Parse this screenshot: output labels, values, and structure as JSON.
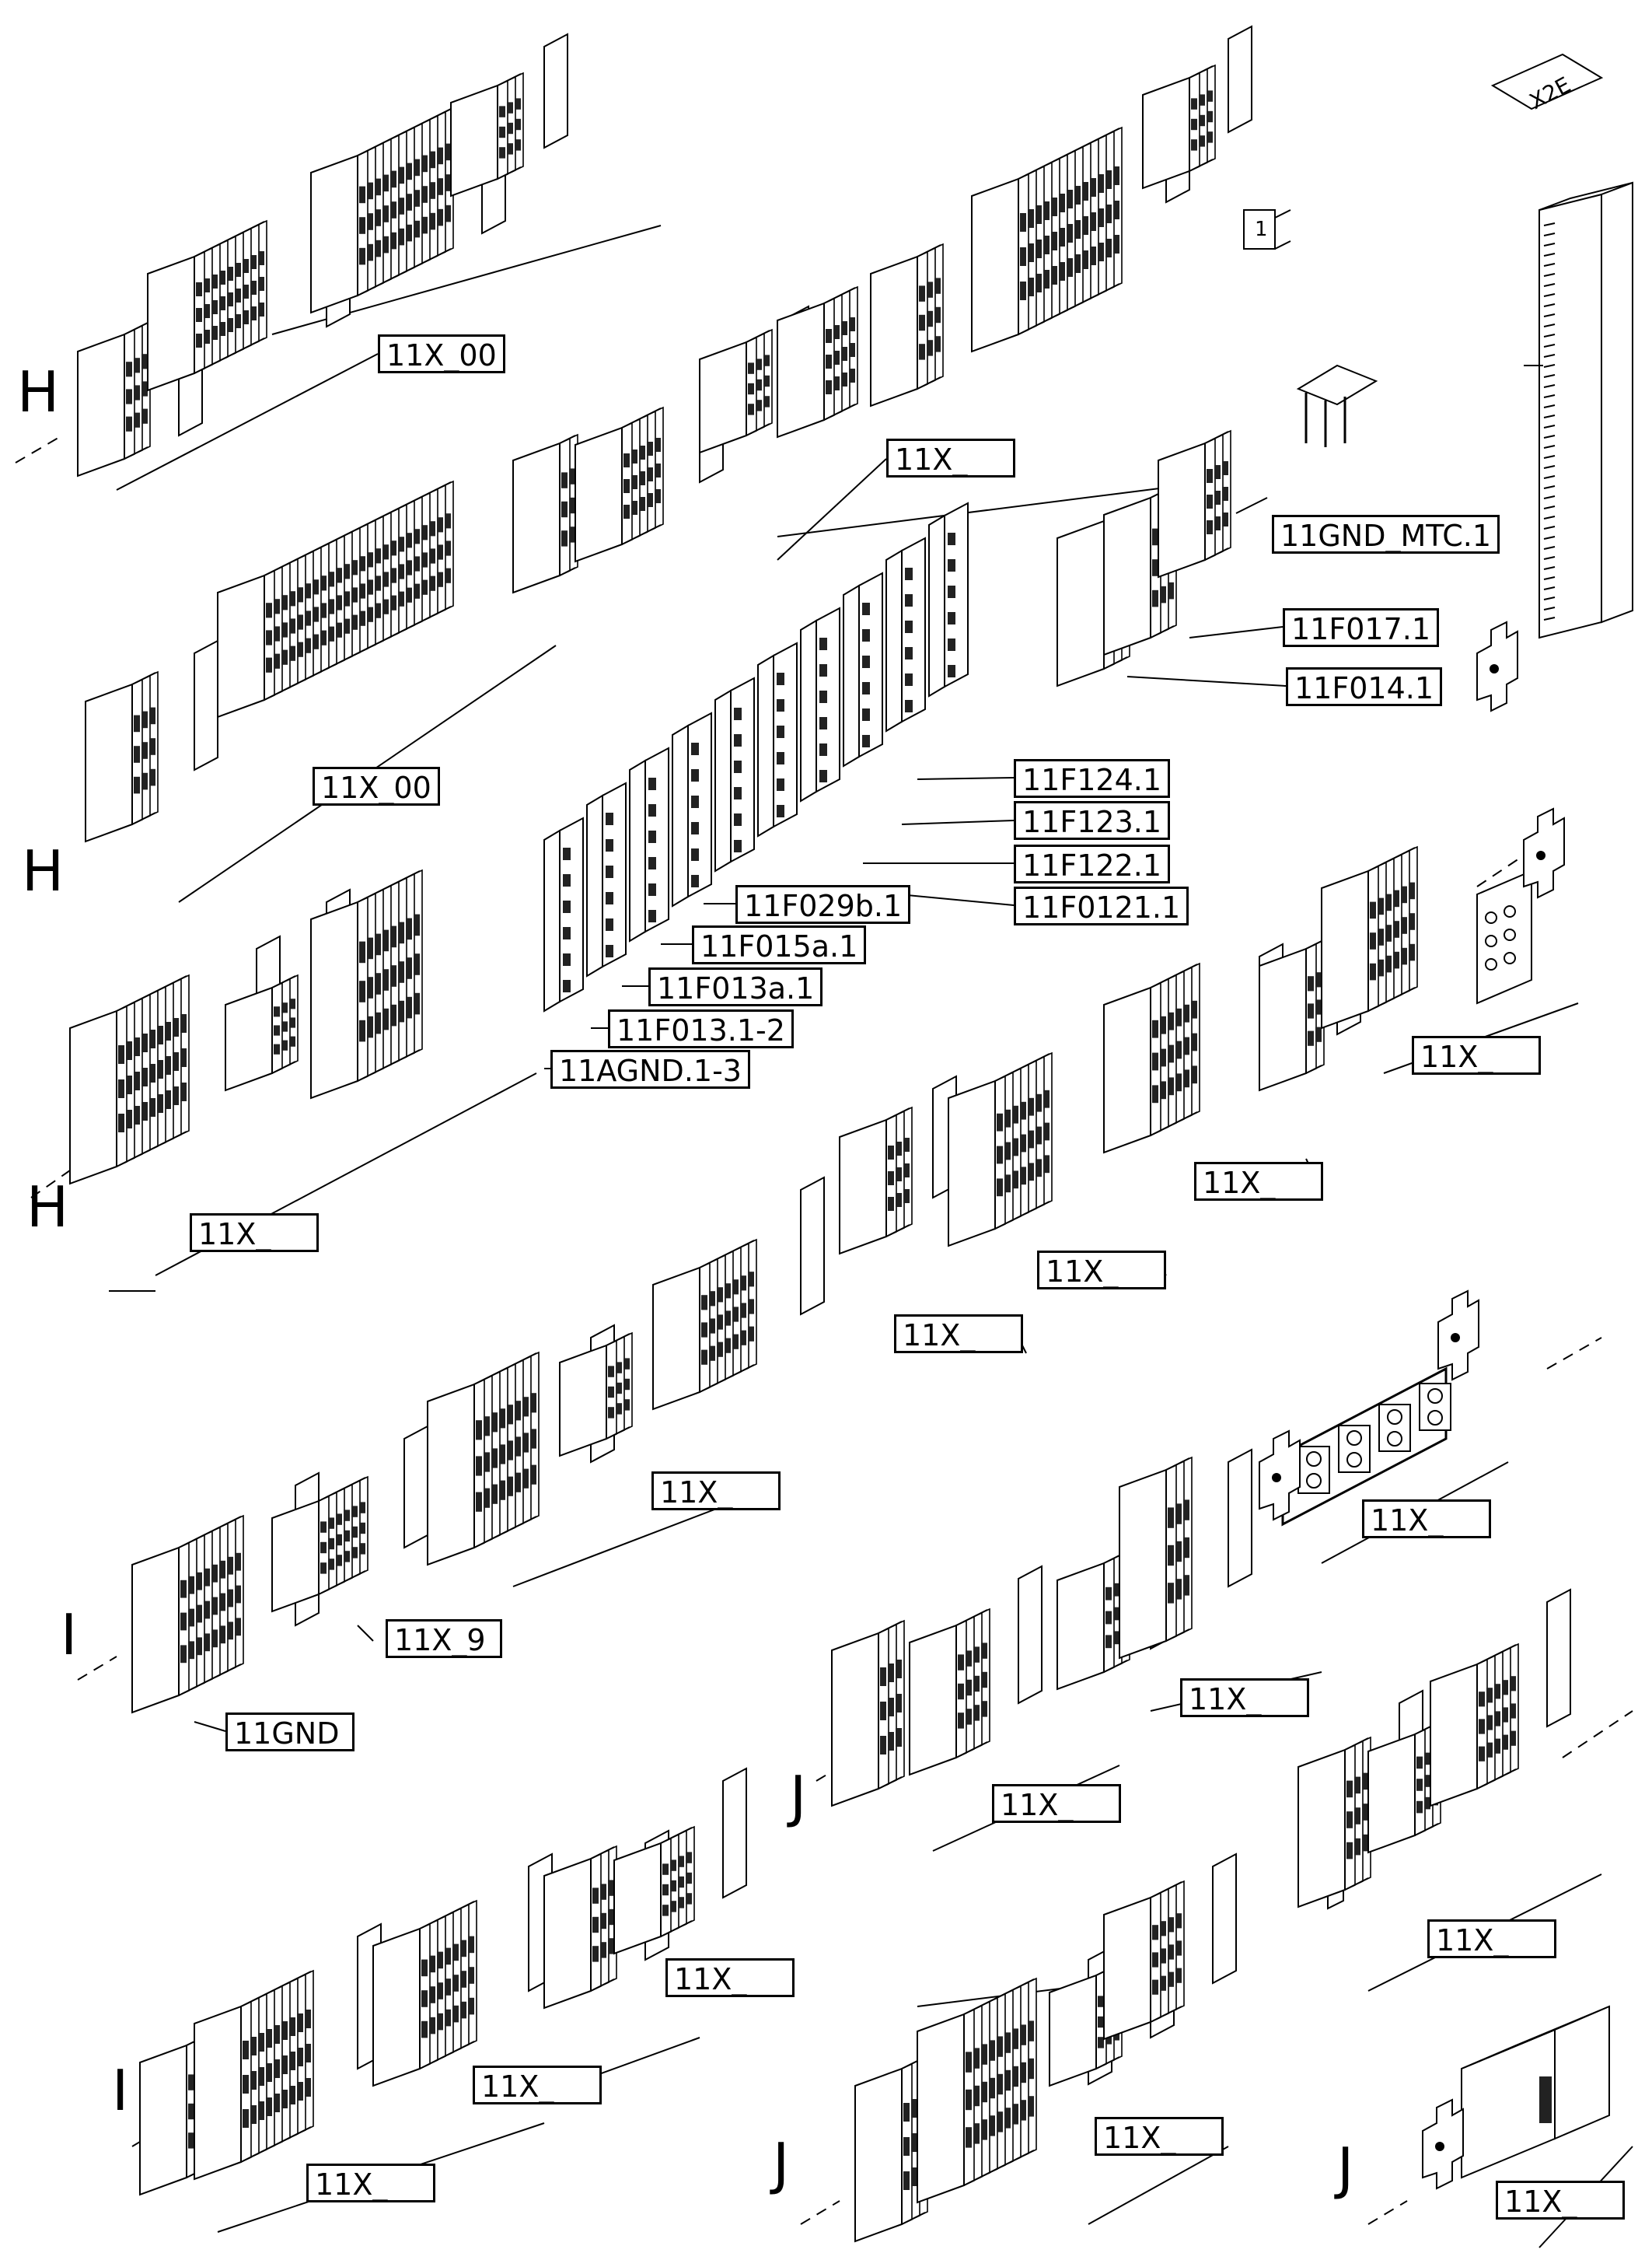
{
  "drawing": {
    "corner_tag": "X2E",
    "small_part_number": "1",
    "section_markers": [
      {
        "id": "h1",
        "text": "H"
      },
      {
        "id": "h2",
        "text": "H"
      },
      {
        "id": "h3",
        "text": "H"
      },
      {
        "id": "i1",
        "text": "I"
      },
      {
        "id": "i2",
        "text": "I"
      },
      {
        "id": "j1",
        "text": "J"
      },
      {
        "id": "j2",
        "text": "J"
      },
      {
        "id": "j3",
        "text": "J"
      }
    ],
    "labels": [
      {
        "id": "l01",
        "text": "11X_00"
      },
      {
        "id": "l02",
        "text": "11X_"
      },
      {
        "id": "l03",
        "text": "11GND_MTC.1"
      },
      {
        "id": "l04",
        "text": "11F017.1"
      },
      {
        "id": "l05",
        "text": "11F014.1"
      },
      {
        "id": "l06",
        "text": "11X_00"
      },
      {
        "id": "l07",
        "text": "11F124.1"
      },
      {
        "id": "l08",
        "text": "11F123.1"
      },
      {
        "id": "l09",
        "text": "11F122.1"
      },
      {
        "id": "l10",
        "text": "11F0121.1"
      },
      {
        "id": "l11",
        "text": "11F029b.1"
      },
      {
        "id": "l12",
        "text": "11F015a.1"
      },
      {
        "id": "l13",
        "text": "11F013a.1"
      },
      {
        "id": "l14",
        "text": "11F013.1-2"
      },
      {
        "id": "l15",
        "text": "11AGND.1-3"
      },
      {
        "id": "l16",
        "text": "11X_"
      },
      {
        "id": "l17",
        "text": "11X_"
      },
      {
        "id": "l18",
        "text": "11X_"
      },
      {
        "id": "l19",
        "text": "11X_"
      },
      {
        "id": "l20",
        "text": "11X_"
      },
      {
        "id": "l21",
        "text": "11X_"
      },
      {
        "id": "l22",
        "text": "11X_9"
      },
      {
        "id": "l23",
        "text": "11GND"
      },
      {
        "id": "l24",
        "text": "11X_"
      },
      {
        "id": "l25",
        "text": "11X_"
      },
      {
        "id": "l26",
        "text": "11X_"
      },
      {
        "id": "l27",
        "text": "11X_"
      },
      {
        "id": "l28",
        "text": "11X_"
      },
      {
        "id": "l29",
        "text": "11X_"
      },
      {
        "id": "l30",
        "text": "11X_"
      },
      {
        "id": "l31",
        "text": "11X_"
      },
      {
        "id": "l32",
        "text": "11X_"
      }
    ]
  }
}
